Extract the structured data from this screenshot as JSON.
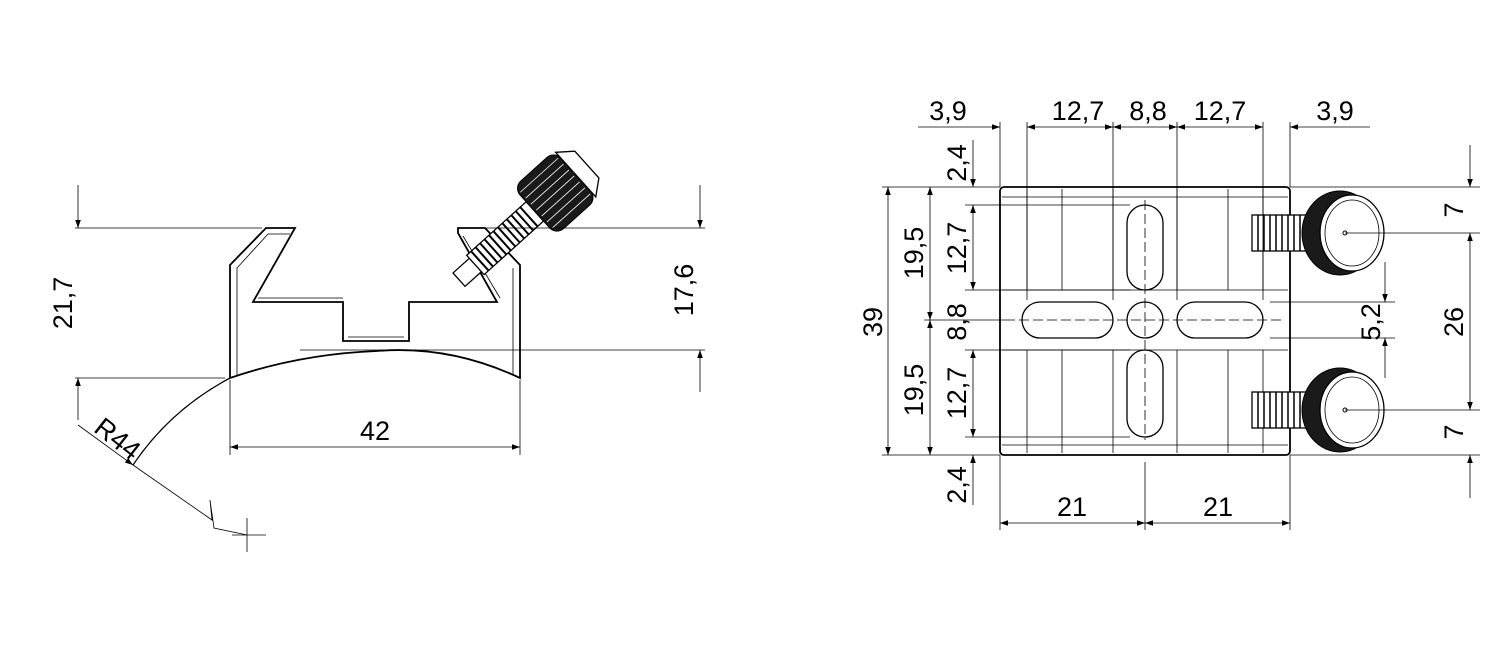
{
  "side_view": {
    "height_total": "21,7",
    "height_inner": "17,6",
    "width": "42",
    "radius": "R44"
  },
  "top_view": {
    "top_dims": [
      "3,9",
      "12,7",
      "8,8",
      "12,7",
      "3,9"
    ],
    "overall_height": "39",
    "half_heights": [
      "19,5",
      "19,5"
    ],
    "slot_lengths": [
      "12,7",
      "12,7"
    ],
    "center_band": "8,8",
    "edge_offsets": [
      "2,4",
      "2,4"
    ],
    "bottom_dims": [
      "21",
      "21"
    ],
    "right_dims": [
      "7",
      "26",
      "7"
    ],
    "slot_width": "5,2"
  }
}
